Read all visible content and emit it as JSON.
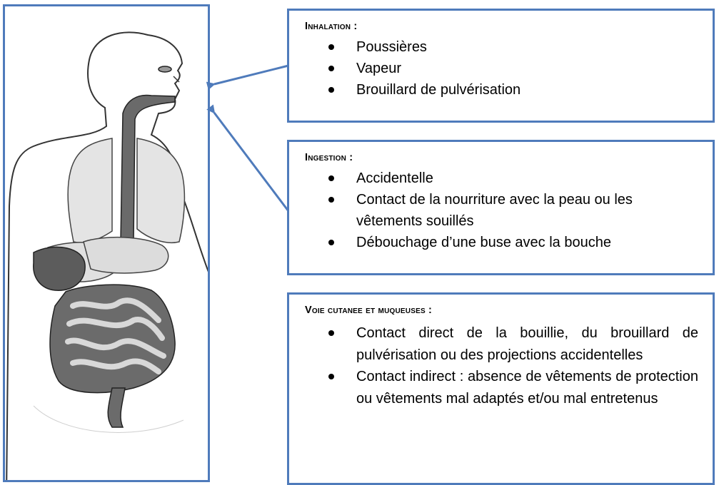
{
  "figure": {
    "description_icon": "human-body-digestive-respiratory-illustration"
  },
  "inhalation": {
    "title": "Inhalation :",
    "items": [
      "Poussières",
      "Vapeur",
      "Brouillard de pulvérisation"
    ]
  },
  "ingestion": {
    "title": "Ingestion :",
    "items": [
      "Accidentelle",
      "Contact de la nourriture avec la peau ou les vêtements souillés",
      "Débouchage d’une buse avec la bouche"
    ]
  },
  "cutanee": {
    "title": "Voie cutanee et muqueuses :",
    "items": [
      "Contact direct de la bouillie, du brouillard de pulvérisation ou des projections accidentelles",
      "Contact indirect : absence de vêtements de protection ou vêtements mal adaptés et/ou mal entretenus"
    ]
  },
  "colors": {
    "frame": "#4f7bbb",
    "organ_dark": "#555555",
    "organ_light": "#d8d8d8"
  }
}
